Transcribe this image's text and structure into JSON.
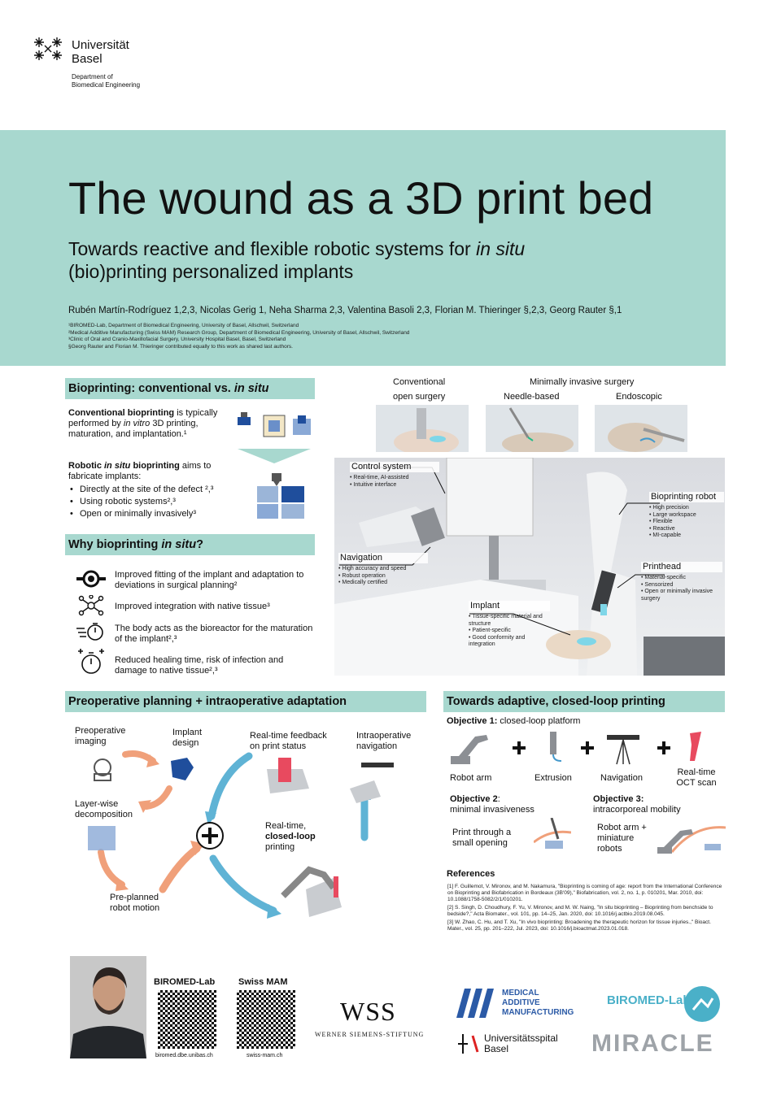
{
  "header": {
    "university_line1": "Universität",
    "university_line2": "Basel",
    "department_line1": "Department of",
    "department_line2": "Biomedical Engineering"
  },
  "banner": {
    "title": "The wound as a 3D print bed",
    "subtitle_part1": "Towards reactive and flexible robotic systems for ",
    "subtitle_italic": "in situ",
    "subtitle_part2": "(bio)printing personalized implants",
    "authors": "Rubén Martín-Rodríguez 1,2,3, Nicolas Gerig 1, Neha Sharma 2,3, Valentina Basoli 2,3, Florian M. Thieringer §,2,3, Georg Rauter §,1",
    "affiliations": [
      "¹BIROMED-Lab, Department of Biomedical Engineering, University of Basel, Allschwil, Switzerland",
      "²Medical Additive Manufacturing (Swiss MAM) Research Group, Department of Biomedical Engineering, University of Basel, Allschwil, Switzerland",
      "³Clinic of Oral and Cranio-Maxillofacial Surgery, University Hospital Basel, Basel, Switzerland",
      "§Georg Rauter and Florian M. Thieringer contributed equally to this work as shared last authors."
    ]
  },
  "section1": {
    "heading_part1": "Bioprinting: conventional vs. ",
    "heading_italic": "in situ",
    "conv_bold": "Conventional bioprinting",
    "conv_rest1": " is typically performed by ",
    "conv_italic": "in vitro",
    "conv_rest2": " 3D printing, maturation, and implantation.¹",
    "robotic_bold1": "Robotic ",
    "robotic_bold_italic": "in situ",
    "robotic_bold2": " bioprinting",
    "robotic_rest": " aims to fabricate implants:",
    "bullets": [
      "Directly at the site of the defect ²,³",
      "Using robotic systems²,³",
      "Open or minimally invasively³"
    ]
  },
  "section2": {
    "heading_part1": "Why bioprinting ",
    "heading_italic": "in situ",
    "heading_part2": "?",
    "items": [
      {
        "icon": "implant-fit-icon",
        "text": "Improved fitting of the implant and adaptation to deviations in surgical planning²"
      },
      {
        "icon": "network-icon",
        "text": "Improved integration with native tissue³"
      },
      {
        "icon": "stopwatch-icon",
        "text": "The body acts as the bioreactor for the maturation of the implant²,³"
      },
      {
        "icon": "healing-timer-icon",
        "text": "Reduced healing time, risk of infection and damage to native tissue²,³"
      }
    ]
  },
  "figure": {
    "conventional_line1": "Conventional",
    "conventional_line2": "open surgery",
    "mis": "Minimally invasive surgery",
    "needle": "Needle-based",
    "endoscopic": "Endoscopic",
    "callouts": [
      {
        "title": "Control system",
        "items": [
          "Real-time, AI-assisted",
          "Intuitive interface"
        ]
      },
      {
        "title": "Bioprinting robot",
        "items": [
          "High precision",
          "Large workspace",
          "Flexible",
          "Reactive",
          "MI-capable"
        ]
      },
      {
        "title": "Navigation",
        "items": [
          "High accuracy and speed",
          "Robust operation",
          "Medically certified"
        ]
      },
      {
        "title": "Printhead",
        "items": [
          "Material-specific",
          "Sensorized",
          "Open or minimally invasive surgery"
        ]
      },
      {
        "title": "Implant",
        "items": [
          "Tissue-specific material and structure",
          "Patient-specific",
          "Good conformity and integration"
        ]
      }
    ]
  },
  "section3": {
    "heading": "Preoperative planning + intraoperative adaptation",
    "preop_imaging": "Preoperative imaging",
    "implant_design": "Implant design",
    "layerwise": "Layer-wise decomposition",
    "preplanned": "Pre-planned robot motion",
    "feedback": "Real-time feedback on print status",
    "intraop_nav": "Intraoperative navigation",
    "realtime": "Real-time,",
    "closed_loop": "closed-loop",
    "printing": "printing"
  },
  "section4": {
    "heading": "Towards adaptive, closed-loop printing",
    "obj1_bold": "Objective 1:",
    "obj1_rest": " closed-loop platform",
    "obj1_items": [
      "Robot arm",
      "Extrusion",
      "Navigation",
      "Real-time OCT scan"
    ],
    "obj2_bold": "Objective 2",
    "obj2_rest": "minimal invasiveness",
    "obj2_desc": "Print through a small opening",
    "obj3_bold": "Objective 3:",
    "obj3_rest": "intracorporeal mobility",
    "obj3_desc": "Robot arm + miniature robots",
    "references_heading": "References",
    "references": [
      "[1]  F. Guillemot, V. Mironov, and M. Nakamura, \"Bioprinting is coming of age: report from the International Conference on Bioprinting and Biofabrication in Bordeaux (3B'09),\" Biofabrication, vol. 2, no. 1, p. 010201, Mar. 2010, doi: 10.1088/1758-5082/2/1/010201.",
      "[2]  S. Singh, D. Choudhury, F. Yu, V. Mironov, and M. W. Naing, \"In situ bioprinting – Bioprinting from benchside to bedside?,\" Acta Biomater., vol. 101, pp. 14–25, Jan. 2020, doi: 10.1016/j.actbio.2019.08.045.",
      "[3]  W. Zhao, C. Hu, and T. Xu, \"In vivo bioprinting: Broadening the therapeutic horizon for tissue injuries.,\" Bioact. Mater., vol. 25, pp. 201–222, Jul. 2023, doi: 10.1016/j.bioactmat.2023.01.018."
    ]
  },
  "footer": {
    "biromed_label": "BIROMED-Lab",
    "biromed_url": "biromed.dbe.unibas.ch",
    "swissmam_label": "Swiss MAM",
    "swissmam_url": "swiss-mam.ch",
    "wss": "WSS",
    "wss_full": "WERNER SIEMENS-STIFTUNG",
    "mam_line1": "MEDICAL",
    "mam_line2": "ADDITIVE",
    "mam_line3": "MANUFACTURING",
    "usb_line1": "Universitätsspital",
    "usb_line2": "Basel",
    "biromed_logo": "BIROMED-Lab",
    "miracle": "MIRACLE"
  },
  "colors": {
    "accent": "#a8d8cf",
    "arrow_orange": "#f0a07a",
    "arrow_blue": "#5fb3d5",
    "puzzle_blue": "#1f4e9c",
    "mam_blue": "#2b5aa6"
  }
}
